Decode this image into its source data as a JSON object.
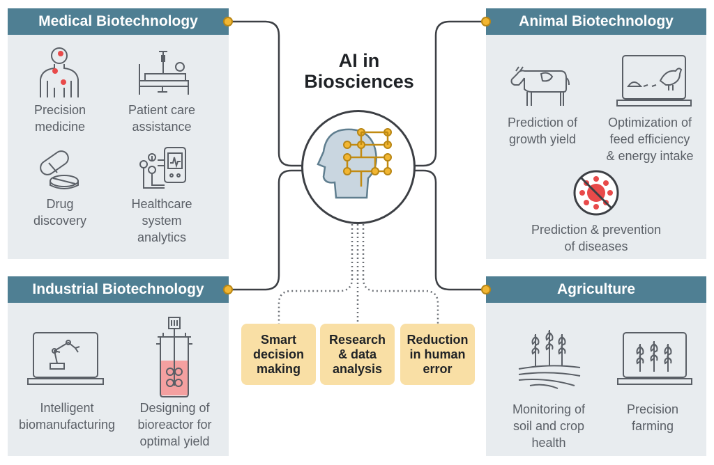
{
  "title": "AI in\nBiosciences",
  "colors": {
    "header": "#4f7f93",
    "panel": "#e8ecef",
    "accent": "#f2b632",
    "box": "#f9dfa5",
    "alert": "#e84a4a"
  },
  "medical": {
    "header": "Medical Biotechnology",
    "items": [
      {
        "label": "Precision\nmedicine",
        "icon": "human-body-icon"
      },
      {
        "label": "Patient care\nassistance",
        "icon": "hospital-bed-icon"
      },
      {
        "label": "Drug\ndiscovery",
        "icon": "pill-icon"
      },
      {
        "label": "Healthcare\nsystem\nanalytics",
        "icon": "monitor-device-icon"
      }
    ]
  },
  "animal": {
    "header": "Animal Biotechnology",
    "items": [
      {
        "label": "Prediction of\ngrowth yield",
        "icon": "cow-icon"
      },
      {
        "label": "Optimization of\nfeed efficiency\n& energy intake",
        "icon": "laptop-hen-icon"
      },
      {
        "label": "Prediction & prevention\nof diseases",
        "icon": "no-virus-icon"
      }
    ]
  },
  "industrial": {
    "header": "Industrial Biotechnology",
    "items": [
      {
        "label": "Intelligent\nbiomanufacturing",
        "icon": "laptop-robot-arm-icon"
      },
      {
        "label": "Designing of\nbioreactor for\noptimal yield",
        "icon": "bioreactor-icon"
      }
    ]
  },
  "agriculture": {
    "header": "Agriculture",
    "items": [
      {
        "label": "Monitoring of\nsoil and crop\nhealth",
        "icon": "wheat-field-icon"
      },
      {
        "label": "Precision\nfarming",
        "icon": "laptop-wheat-icon"
      }
    ]
  },
  "benefits": [
    {
      "label": "Smart\ndecision\nmaking"
    },
    {
      "label": "Research\n& data\nanalysis"
    },
    {
      "label": "Reduction\nin human\nerror"
    }
  ]
}
